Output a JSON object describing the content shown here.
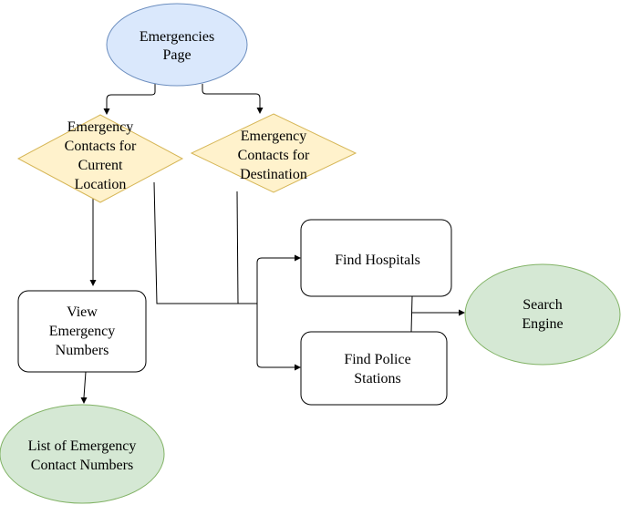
{
  "nodes": {
    "emergencies_page": {
      "lines": [
        "Emergencies",
        "Page"
      ]
    },
    "contacts_current": {
      "lines": [
        "Emergency",
        "Contacts for",
        "Current",
        "Location"
      ]
    },
    "contacts_destination": {
      "lines": [
        "Emergency",
        "Contacts for",
        "Destination"
      ]
    },
    "view_numbers": {
      "lines": [
        "View",
        "Emergency",
        "Numbers"
      ]
    },
    "list_numbers": {
      "lines": [
        "List of Emergency",
        "Contact Numbers"
      ]
    },
    "find_hospitals": {
      "lines": [
        "Find Hospitals"
      ]
    },
    "find_police": {
      "lines": [
        "Find Police",
        "Stations"
      ]
    },
    "search_engine": {
      "lines": [
        "Search",
        "Engine"
      ]
    }
  },
  "colors": {
    "start_fill": "#dae8fc",
    "start_stroke": "#6c8ebf",
    "decision_fill": "#fff2cc",
    "decision_stroke": "#d6b656",
    "end_fill": "#d5e8d4",
    "end_stroke": "#82b366",
    "process_fill": "#ffffff",
    "process_stroke": "#000000"
  }
}
